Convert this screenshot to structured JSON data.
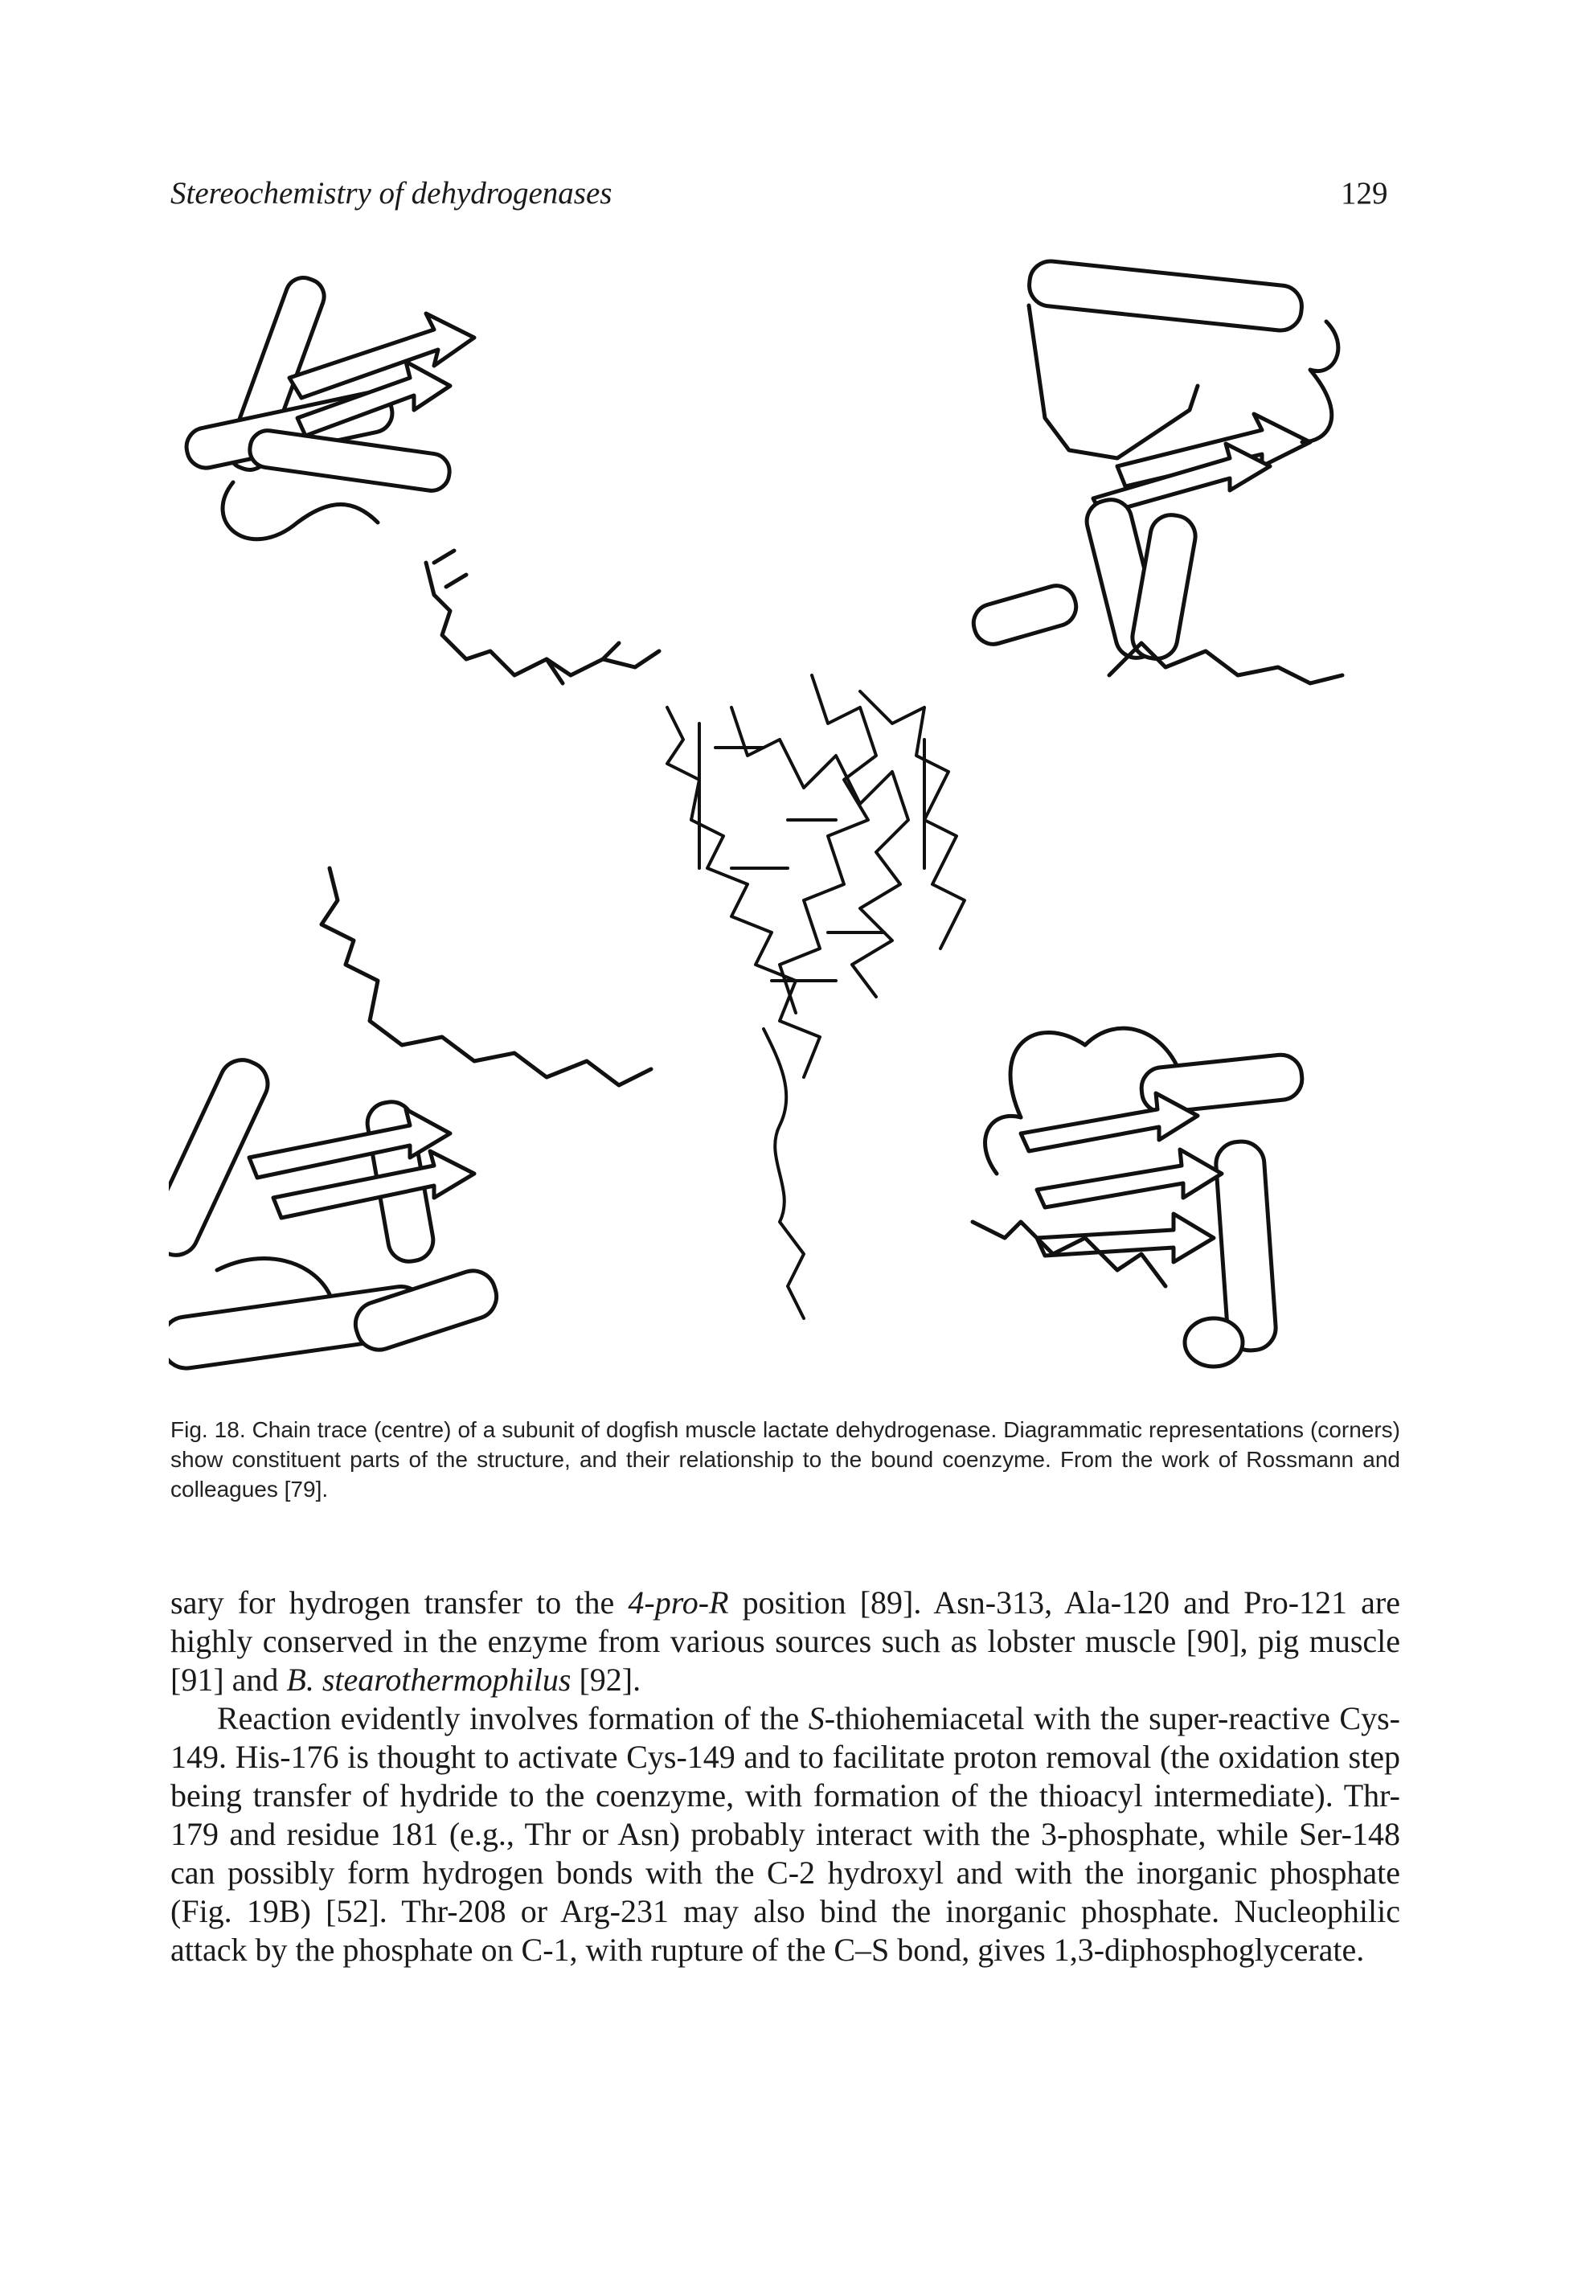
{
  "header": {
    "running_title": "Stereochemistry of dehydrogenases",
    "page_number": "129"
  },
  "figure": {
    "caption": "Fig. 18. Chain trace (centre) of a subunit of dogfish muscle lactate dehydrogenase. Diagrammatic representations (corners) show constituent parts of the structure, and their relationship to the bound coenzyme. From the work of Rossmann and colleagues [79]."
  },
  "body": {
    "p1": {
      "a": "sary for hydrogen transfer to the ",
      "b": "4-pro-R",
      "c": " position [89]. Asn-313, Ala-120 and Pro-121 are highly conserved in the enzyme from various sources such as lobster muscle [90], pig muscle [91] and ",
      "d": "B. stearothermophilus",
      "e": " [92]."
    },
    "p2": {
      "a": "Reaction evidently involves formation of the ",
      "b": "S",
      "c": "-thiohemiacetal with the super-reactive Cys-149. His-176 is thought to activate Cys-149 and to facilitate proton removal (the oxidation step being transfer of hydride to the coenzyme, with formation of the thioacyl intermediate). Thr-179 and residue 181 (e.g., Thr or Asn) probably interact with the 3-phosphate, while Ser-148 can possibly form hydrogen bonds with the C-2 hydroxyl and with the inorganic phosphate (Fig. 19B) [52]. Thr-208 or Arg-231 may also bind the inorganic phosphate. Nucleophilic attack by the phosphate on C-1, with rupture of the C–S bond, gives 1,3-diphosphoglycerate."
    }
  }
}
